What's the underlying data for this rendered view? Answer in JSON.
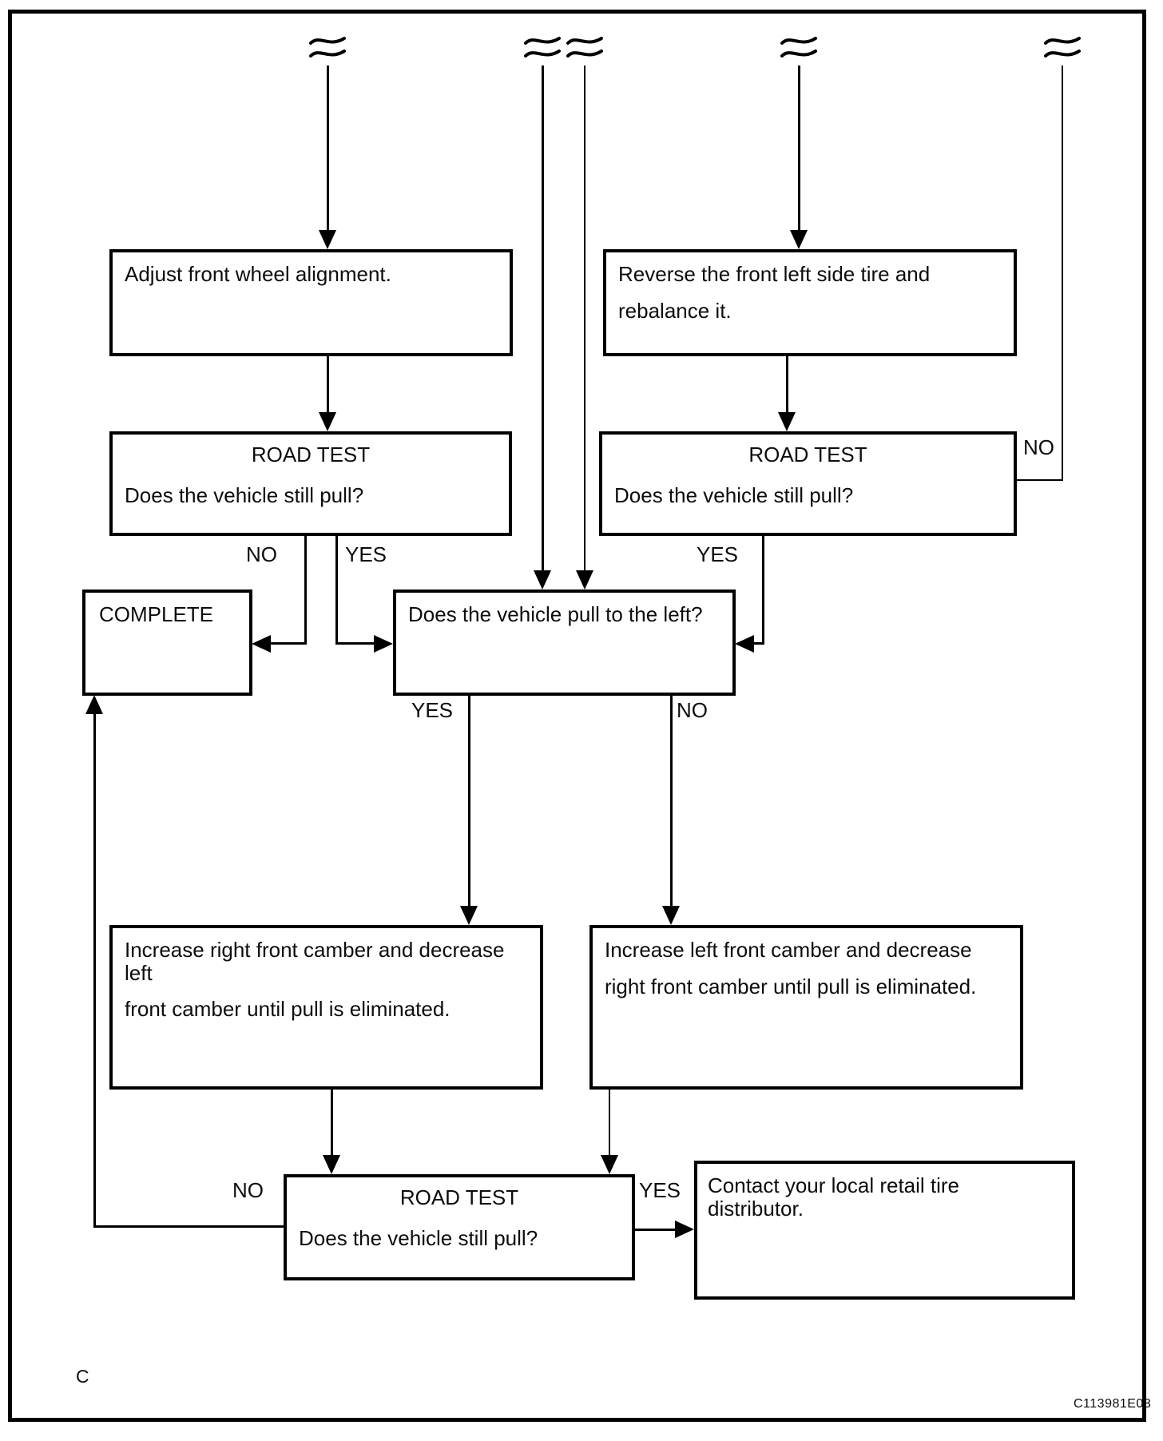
{
  "diagram": {
    "page_marker": "C",
    "figure_id": "C113981E03",
    "line_color": "#000000",
    "background_color": "#ffffff",
    "nodes": {
      "adjust": {
        "text": "Adjust front wheel alignment."
      },
      "reverse": {
        "lines": [
          "Reverse the front left side tire and",
          "rebalance it."
        ]
      },
      "road_test_left": {
        "title": "ROAD TEST",
        "question": "Does the vehicle still pull?"
      },
      "road_test_right": {
        "title": "ROAD TEST",
        "question": "Does the vehicle still pull?"
      },
      "complete": {
        "text": "COMPLETE"
      },
      "pull_left": {
        "text": "Does the vehicle pull to the left?"
      },
      "camber_left": {
        "lines": [
          "Increase right front camber and decrease left",
          "front camber until pull is eliminated."
        ]
      },
      "camber_right": {
        "lines": [
          "Increase left front camber and decrease",
          "right front camber until pull is eliminated."
        ]
      },
      "road_test_bottom": {
        "title": "ROAD TEST",
        "question": "Does the vehicle still pull?"
      },
      "contact": {
        "text": "Contact your local retail tire distributor."
      }
    },
    "labels": {
      "rt_left_no": "NO",
      "rt_left_yes": "YES",
      "rt_right_yes": "YES",
      "rt_right_no": "NO",
      "pull_yes": "YES",
      "pull_no": "NO",
      "rt_bottom_no": "NO",
      "rt_bottom_yes": "YES"
    }
  }
}
